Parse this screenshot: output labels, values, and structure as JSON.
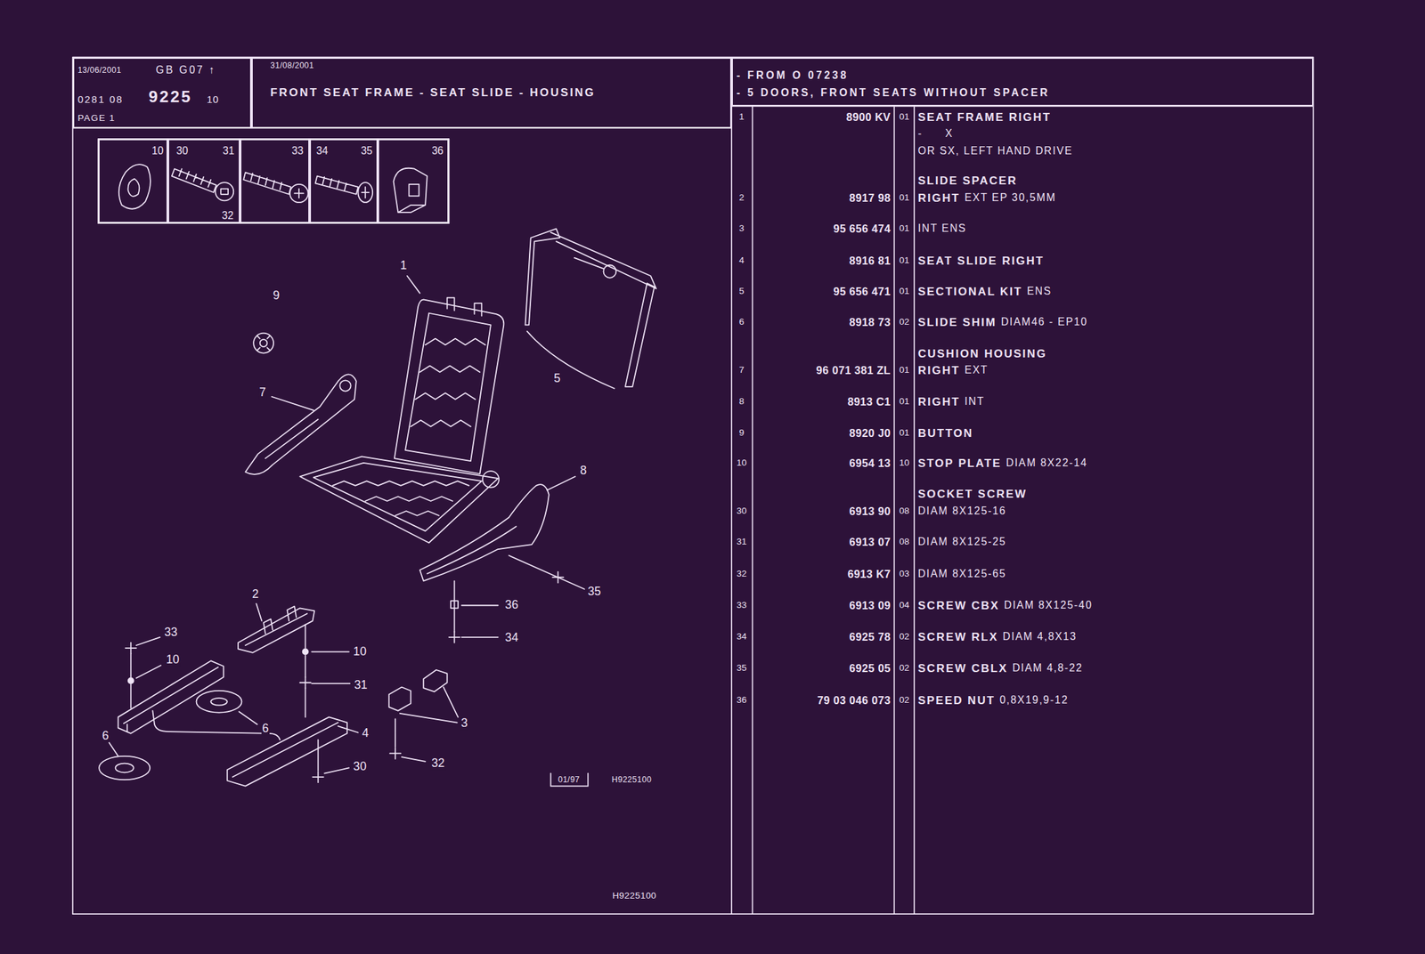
{
  "diagram": {
    "title": "FRONT SEAT FRAME - SEAT SLIDE - HOUSING",
    "nodes": [
      {
        "text": [
          "13/06/2001",
          "GB G07 ↑",
          "0281 08",
          "9225",
          "10",
          "PAGE 1"
        ]
      },
      {
        "text": [
          "31/08/2001"
        ]
      },
      {
        "text": [
          "- FROM O 07238",
          "- 5 DOORS, FRONT SEATS WITHOUT SPACER"
        ]
      },
      {
        "text": [
          "10"
        ]
      },
      {
        "text": [
          "30",
          "31",
          "32"
        ]
      },
      {
        "text": [
          "33"
        ]
      },
      {
        "text": [
          "34",
          "35"
        ]
      },
      {
        "text": [
          "36"
        ]
      }
    ],
    "labels": [
      "1",
      "9",
      "7",
      "5",
      "8",
      "2",
      "36",
      "35",
      "34",
      "33",
      "10",
      "10",
      "31",
      "6",
      "6",
      "4",
      "3",
      "30",
      "32",
      "01/97",
      "H9225100",
      "H9225100",
      "1",
      "8900 KV",
      "01",
      "SEAT FRAME RIGHT",
      "-",
      "X",
      "OR SX, LEFT HAND DRIVE",
      "SLIDE SPACER",
      "2",
      "8917 98",
      "01",
      "RIGHT",
      "EXT EP 30,5MM",
      "3",
      "95 656 474",
      "01",
      "INT ENS",
      "4",
      "8916 81",
      "01",
      "SEAT SLIDE RIGHT",
      "5",
      "95 656 471",
      "01",
      "SECTIONAL KIT",
      "ENS",
      "6",
      "8918 73",
      "02",
      "SLIDE SHIM",
      "DIAM46 - EP10",
      "CUSHION HOUSING",
      "7",
      "96 071 381 ZL",
      "01",
      "RIGHT",
      "EXT",
      "8",
      "8913 C1",
      "01",
      "RIGHT",
      "INT",
      "9",
      "8920 J0",
      "01",
      "BUTTON",
      "10",
      "6954 13",
      "10",
      "STOP PLATE",
      "DIAM 8X22-14",
      "SOCKET SCREW",
      "30",
      "6913 90",
      "08",
      "DIAM 8X125-16",
      "31",
      "6913 07",
      "08",
      "DIAM 8X125-25",
      "32",
      "6913 K7",
      "03",
      "DIAM 8X125-65",
      "33",
      "6913 09",
      "04",
      "SCREW CBX",
      "DIAM 8X125-40",
      "34",
      "6925 78",
      "02",
      "SCREW RLX",
      "DIAM 4,8X13",
      "35",
      "6925 05",
      "02",
      "SCREW CBLX",
      "DIAM 4,8-22",
      "36",
      "79 03 046 073",
      "02",
      "SPEED NUT",
      "0,8X19,9-12"
    ]
  }
}
